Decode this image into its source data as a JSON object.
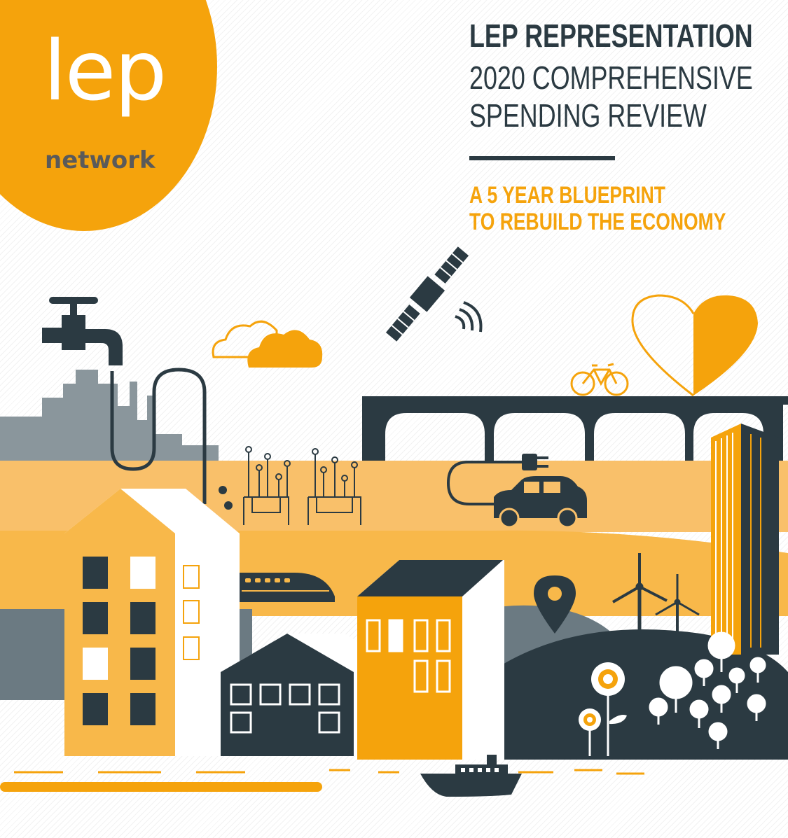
{
  "logo": {
    "word": "lep",
    "subword": "network"
  },
  "title": {
    "line1": "LEP REPRESENTATION",
    "line2": "2020 COMPREHENSIVE",
    "line3": "SPENDING REVIEW"
  },
  "subtitle": {
    "line1": "A 5 YEAR BLUEPRINT",
    "line2": "TO REBUILD THE ECONOMY"
  },
  "colors": {
    "orange": "#f5a30c",
    "light_orange": "#f9c06a",
    "navy": "#2b3a42",
    "grey": "#8a969c",
    "slate": "#6b7a82"
  },
  "illustration_icons": [
    "tap-icon",
    "satellite-icon",
    "cloud-icon",
    "heart-icon",
    "bicycle-icon",
    "viaduct-icon",
    "factory-icon",
    "ev-plug-icon",
    "car-icon",
    "train-icon",
    "location-pin-icon",
    "wind-turbine-icon",
    "flower-icon",
    "tree-icon",
    "boat-icon",
    "house-icon",
    "tower-icon"
  ]
}
